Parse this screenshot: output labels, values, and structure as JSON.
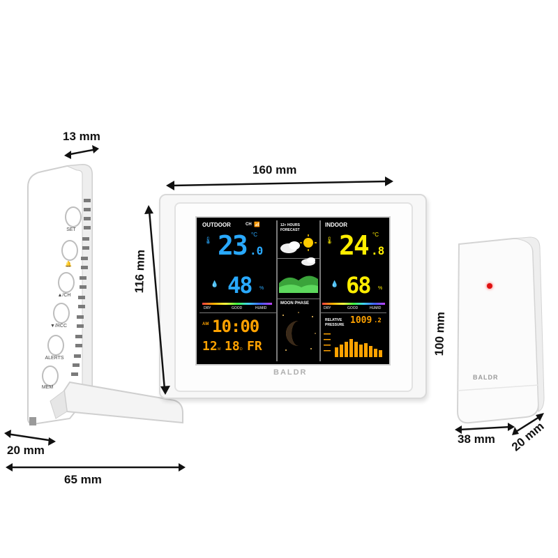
{
  "dimensions": {
    "side_depth": "13 mm",
    "width": "160 mm",
    "height": "116 mm",
    "side_base": "20 mm",
    "side_total": "65 mm",
    "sensor_height": "100 mm",
    "sensor_width": "38 mm",
    "sensor_depth": "20 mm"
  },
  "side_buttons": [
    "SET",
    "🔔",
    "▲/CH",
    "▼/RCC",
    "ALERTS",
    "MEM"
  ],
  "brand": "BALDR",
  "display": {
    "outdoor_label": "OUTDOOR",
    "channel_label": "CH",
    "outdoor_temp": "23",
    "outdoor_temp_dec": ".0",
    "outdoor_temp_unit": "°C",
    "outdoor_humidity": "48",
    "humidity_unit": "%",
    "comfort_dry": "DRY",
    "comfort_good": "GOOD",
    "comfort_humid": "HUMID",
    "forecast_label_1": "12+ HOURS",
    "forecast_label_2": "FORECAST",
    "moon_label": "MOON PHASE",
    "indoor_label": "INDOOR",
    "indoor_temp": "24",
    "indoor_temp_dec": ".8",
    "indoor_temp_unit": "°C",
    "indoor_humidity": "68",
    "time_am": "AM",
    "time": "10:00",
    "date_month": "12",
    "date_m": "M",
    "date_day": "18",
    "date_d": "D",
    "weekday": "FR",
    "pressure_label_1": "RELATIVE",
    "pressure_label_2": "PRESSURE",
    "pressure_value": "1009",
    "pressure_dec": ".2"
  },
  "colors": {
    "outdoor_temp": "#29a9ff",
    "indoor_temp": "#ffee00",
    "clock": "#ffa200",
    "sensor_led": "#e01010"
  }
}
